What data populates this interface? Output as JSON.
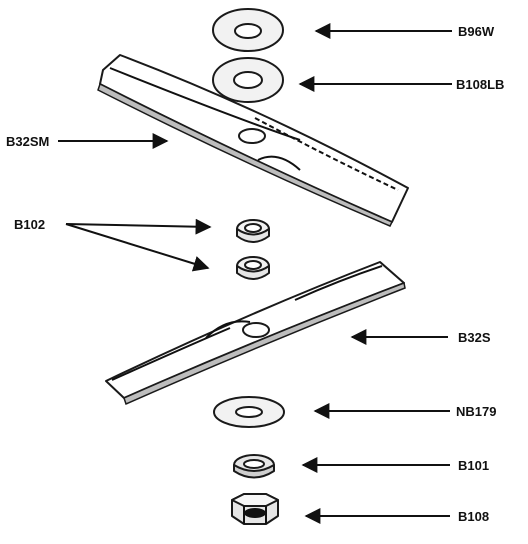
{
  "diagram": {
    "parts": [
      {
        "id": "washer-top",
        "label": "B96W"
      },
      {
        "id": "lock-washer-top",
        "label": "B108LB"
      },
      {
        "id": "upper-blade",
        "label": "B32SM"
      },
      {
        "id": "spacers",
        "label": "B102"
      },
      {
        "id": "lower-blade",
        "label": "B32S"
      },
      {
        "id": "washer-bottom",
        "label": "NB179"
      },
      {
        "id": "lock-washer-bottom",
        "label": "B101"
      },
      {
        "id": "hex-nut",
        "label": "B108"
      }
    ]
  },
  "colors": {
    "ink": "#111111",
    "paper": "#ffffff",
    "blade_shade": "#bdbdbd",
    "washer_fill": "#f2f2f2"
  }
}
